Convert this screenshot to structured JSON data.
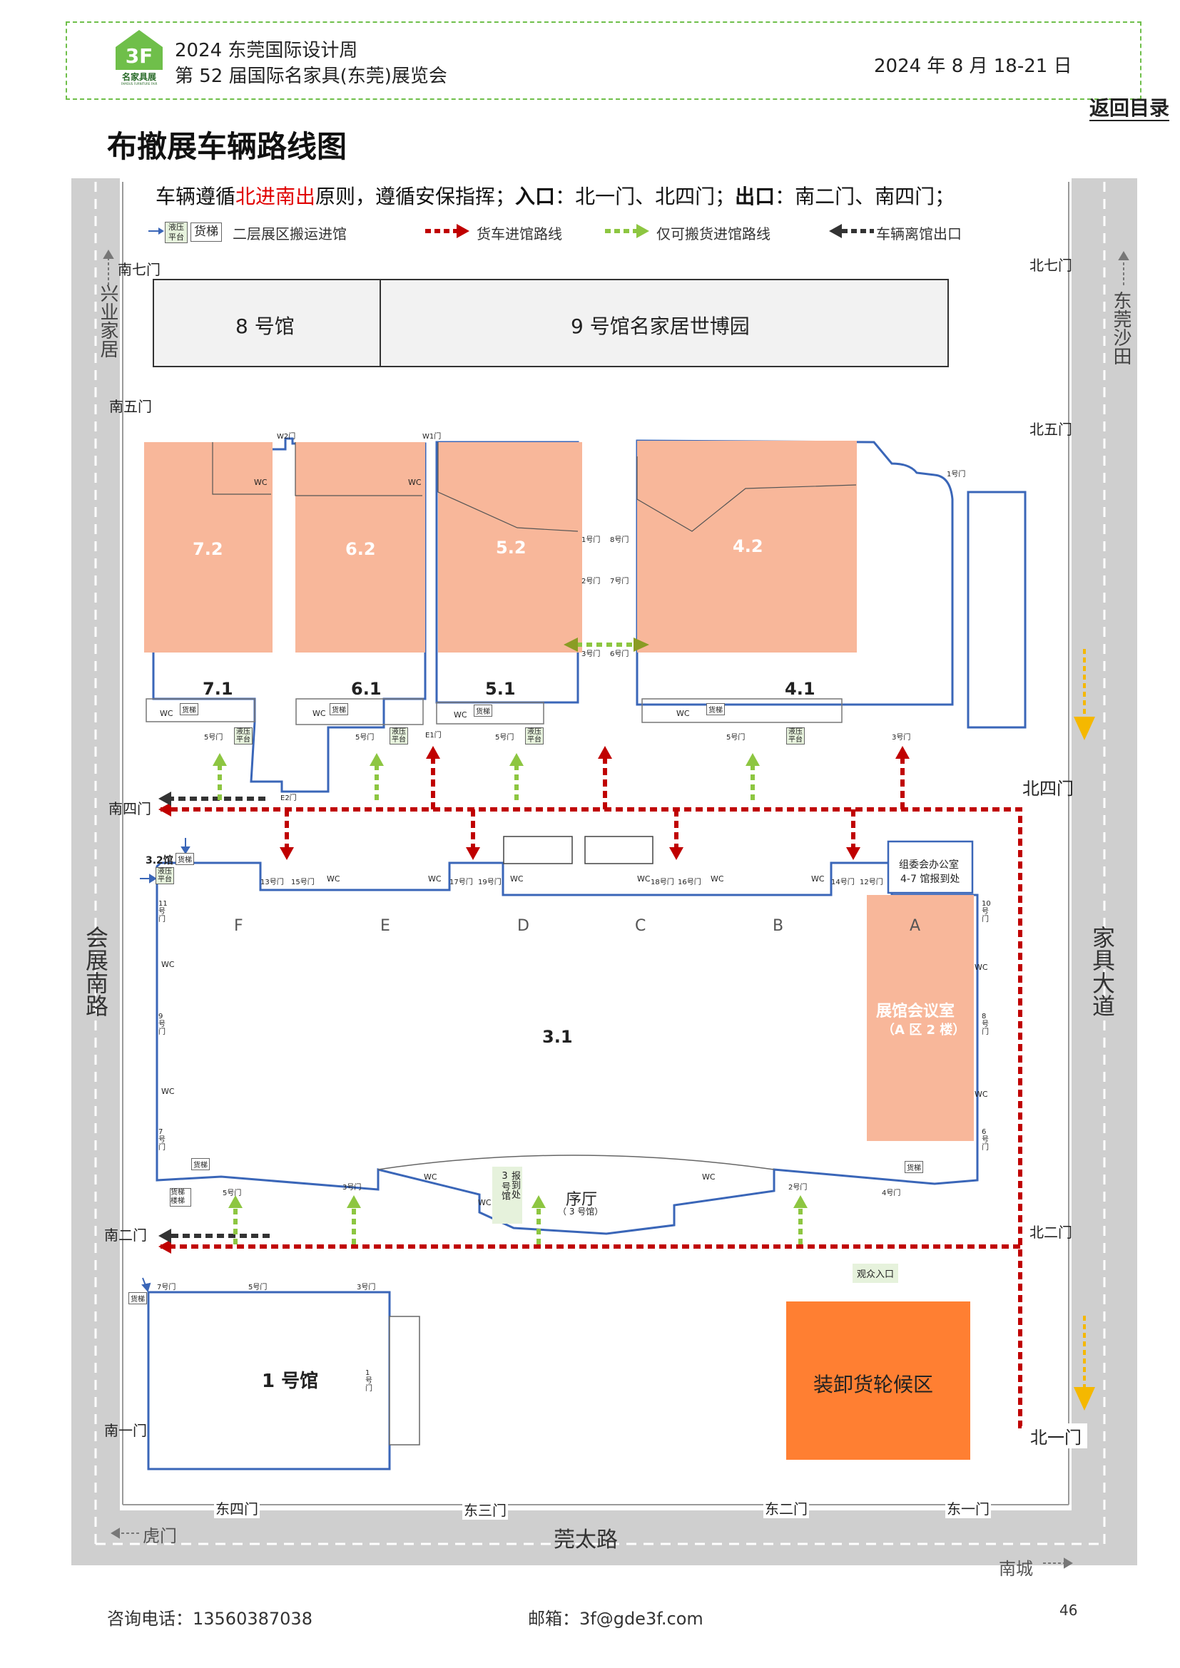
{
  "header": {
    "logo_text": "3F",
    "logo_sub": "名家具展",
    "logo_tiny": "FAMOUS FURNITURE FAIR",
    "line1": "2024 东莞国际设计周",
    "line2": "第 52 届国际名家具(东莞)展览会",
    "date": "2024 年 8 月 18-21 日",
    "back_link": "返回目录"
  },
  "page_title": "布撤展车辆路线图",
  "rule": {
    "p1": "车辆遵循",
    "highlight": "北进南出",
    "p2": "原则，遵循安保指挥；",
    "entry_label": "入口",
    "entry_text": "：北一门、北四门；",
    "exit_label": "出口",
    "exit_text": "：南二门、南四门；"
  },
  "legend": {
    "badge_lift": "液压平台",
    "badge_elevator": "货梯",
    "item1": "二层展区搬运进馆",
    "item2": "货车进馆路线",
    "item3": "仅可搬货进馆路线",
    "item4": "车辆离馆出口"
  },
  "roads": {
    "left_top": "兴业家居",
    "right_top": "东莞沙田",
    "left_mid": "会展南路",
    "right_mid": "家具大道",
    "bottom": "莞太路",
    "bottom_left": "虎门",
    "bottom_right": "南城"
  },
  "gates": {
    "s7": "南七门",
    "s5": "南五门",
    "s4": "南四门",
    "s2": "南二门",
    "s1": "南一门",
    "n7": "北七门",
    "n5": "北五门",
    "n4": "北四门",
    "n2": "北二门",
    "n1": "北一门",
    "e4": "东四门",
    "e3": "东三门",
    "e2": "东二门",
    "e1": "东一门"
  },
  "halls": {
    "h8": "8 号馆",
    "h9": "9 号馆名家居世博园",
    "h72": "7.2",
    "h62": "6.2",
    "h52": "5.2",
    "h42": "4.2",
    "h71": "7.1",
    "h61": "6.1",
    "h51": "5.1",
    "h41": "4.1",
    "h31": "3.1",
    "h32": "3.2馆",
    "h1": "1 号馆",
    "zones": [
      "F",
      "E",
      "D",
      "C",
      "B",
      "A"
    ],
    "meeting": "展馆会议室",
    "meeting_sub": "（A 区 2 楼）",
    "office1": "组委会办公室",
    "office2": "4-7 馆报到处",
    "lobby": "序厅",
    "lobby_sub": "（ 3 号馆）",
    "report": "报到处",
    "report_hall": "3号馆",
    "visitor": "观众入口",
    "waiting": "装卸货轮候区"
  },
  "labels": {
    "wc": "WC",
    "elevator": "货梯",
    "lift": "液压平台",
    "stair_elev": "货梯楼梯"
  },
  "doors": {
    "w2": "W2门",
    "w1": "W1门",
    "d1": "1号门",
    "d8": "8号门",
    "d2": "2号门",
    "d7": "7号门",
    "d3": "3号门",
    "d6": "6号门",
    "d5": "5号门",
    "e1": "E1门",
    "e2": "E2门",
    "d13": "13号门",
    "d15": "15号门",
    "d17": "17号门",
    "d19": "19号门",
    "d18": "18号门",
    "d16": "16号门",
    "d14": "14号门",
    "d12": "12号门",
    "d11": "11号门",
    "d9": "9号门",
    "d10": "10号门",
    "d4": "4号门",
    "h1_7": "7号门",
    "h1_5": "5号门",
    "h1_3": "3号门",
    "h1_1": "1号门"
  },
  "footer": {
    "phone": "咨询电话：13560387038",
    "email": "邮箱：3f@gde3f.com",
    "page": "46"
  },
  "colors": {
    "green": "#6fbf4a",
    "red": "#c00000",
    "hall_fill": "#f8b79a",
    "hall_line": "#3a66b8",
    "orange": "#ff7f32",
    "yellow": "#f5b800",
    "road": "#cfcfcf"
  }
}
